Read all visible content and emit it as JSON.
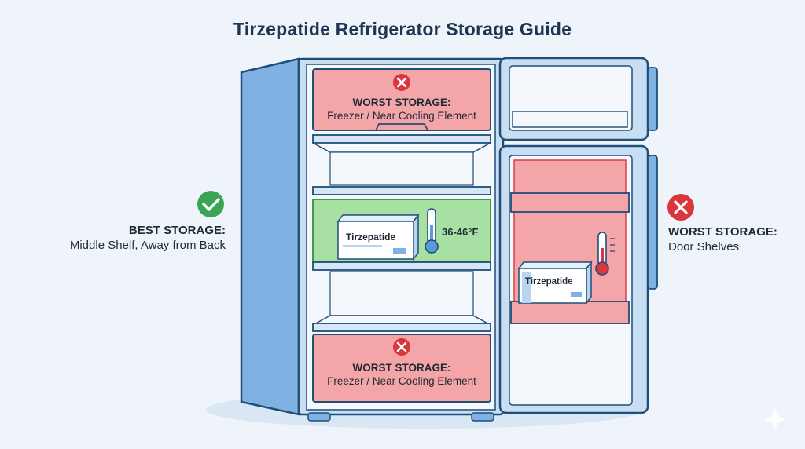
{
  "title": "Tirzepatide Refrigerator Storage Guide",
  "left_callout": {
    "heading": "BEST STORAGE:",
    "text": "Middle Shelf, Away from Back",
    "icon": "check-icon",
    "color": "#3aa655"
  },
  "right_callout": {
    "heading": "WORST STORAGE:",
    "text": "Door Shelves",
    "icon": "x-icon",
    "color": "#d9363e"
  },
  "top_zone": {
    "heading": "WORST STORAGE:",
    "text": "Freezer / Near Cooling Element",
    "icon": "x-icon"
  },
  "bottom_zone": {
    "heading": "WORST STORAGE:",
    "text": "Freezer / Near Cooling Element",
    "icon": "x-icon"
  },
  "middle_shelf": {
    "box_label": "Tirzepatide",
    "temperature": "36-46°F",
    "icon": "thermometer-icon"
  },
  "door": {
    "box_label": "Tirzepatide",
    "icon": "thermometer-icon"
  },
  "colors": {
    "fridge_blue": "#5b9bd5",
    "bad_zone": "#f3a5a8",
    "good_zone": "#a8e0a4"
  }
}
